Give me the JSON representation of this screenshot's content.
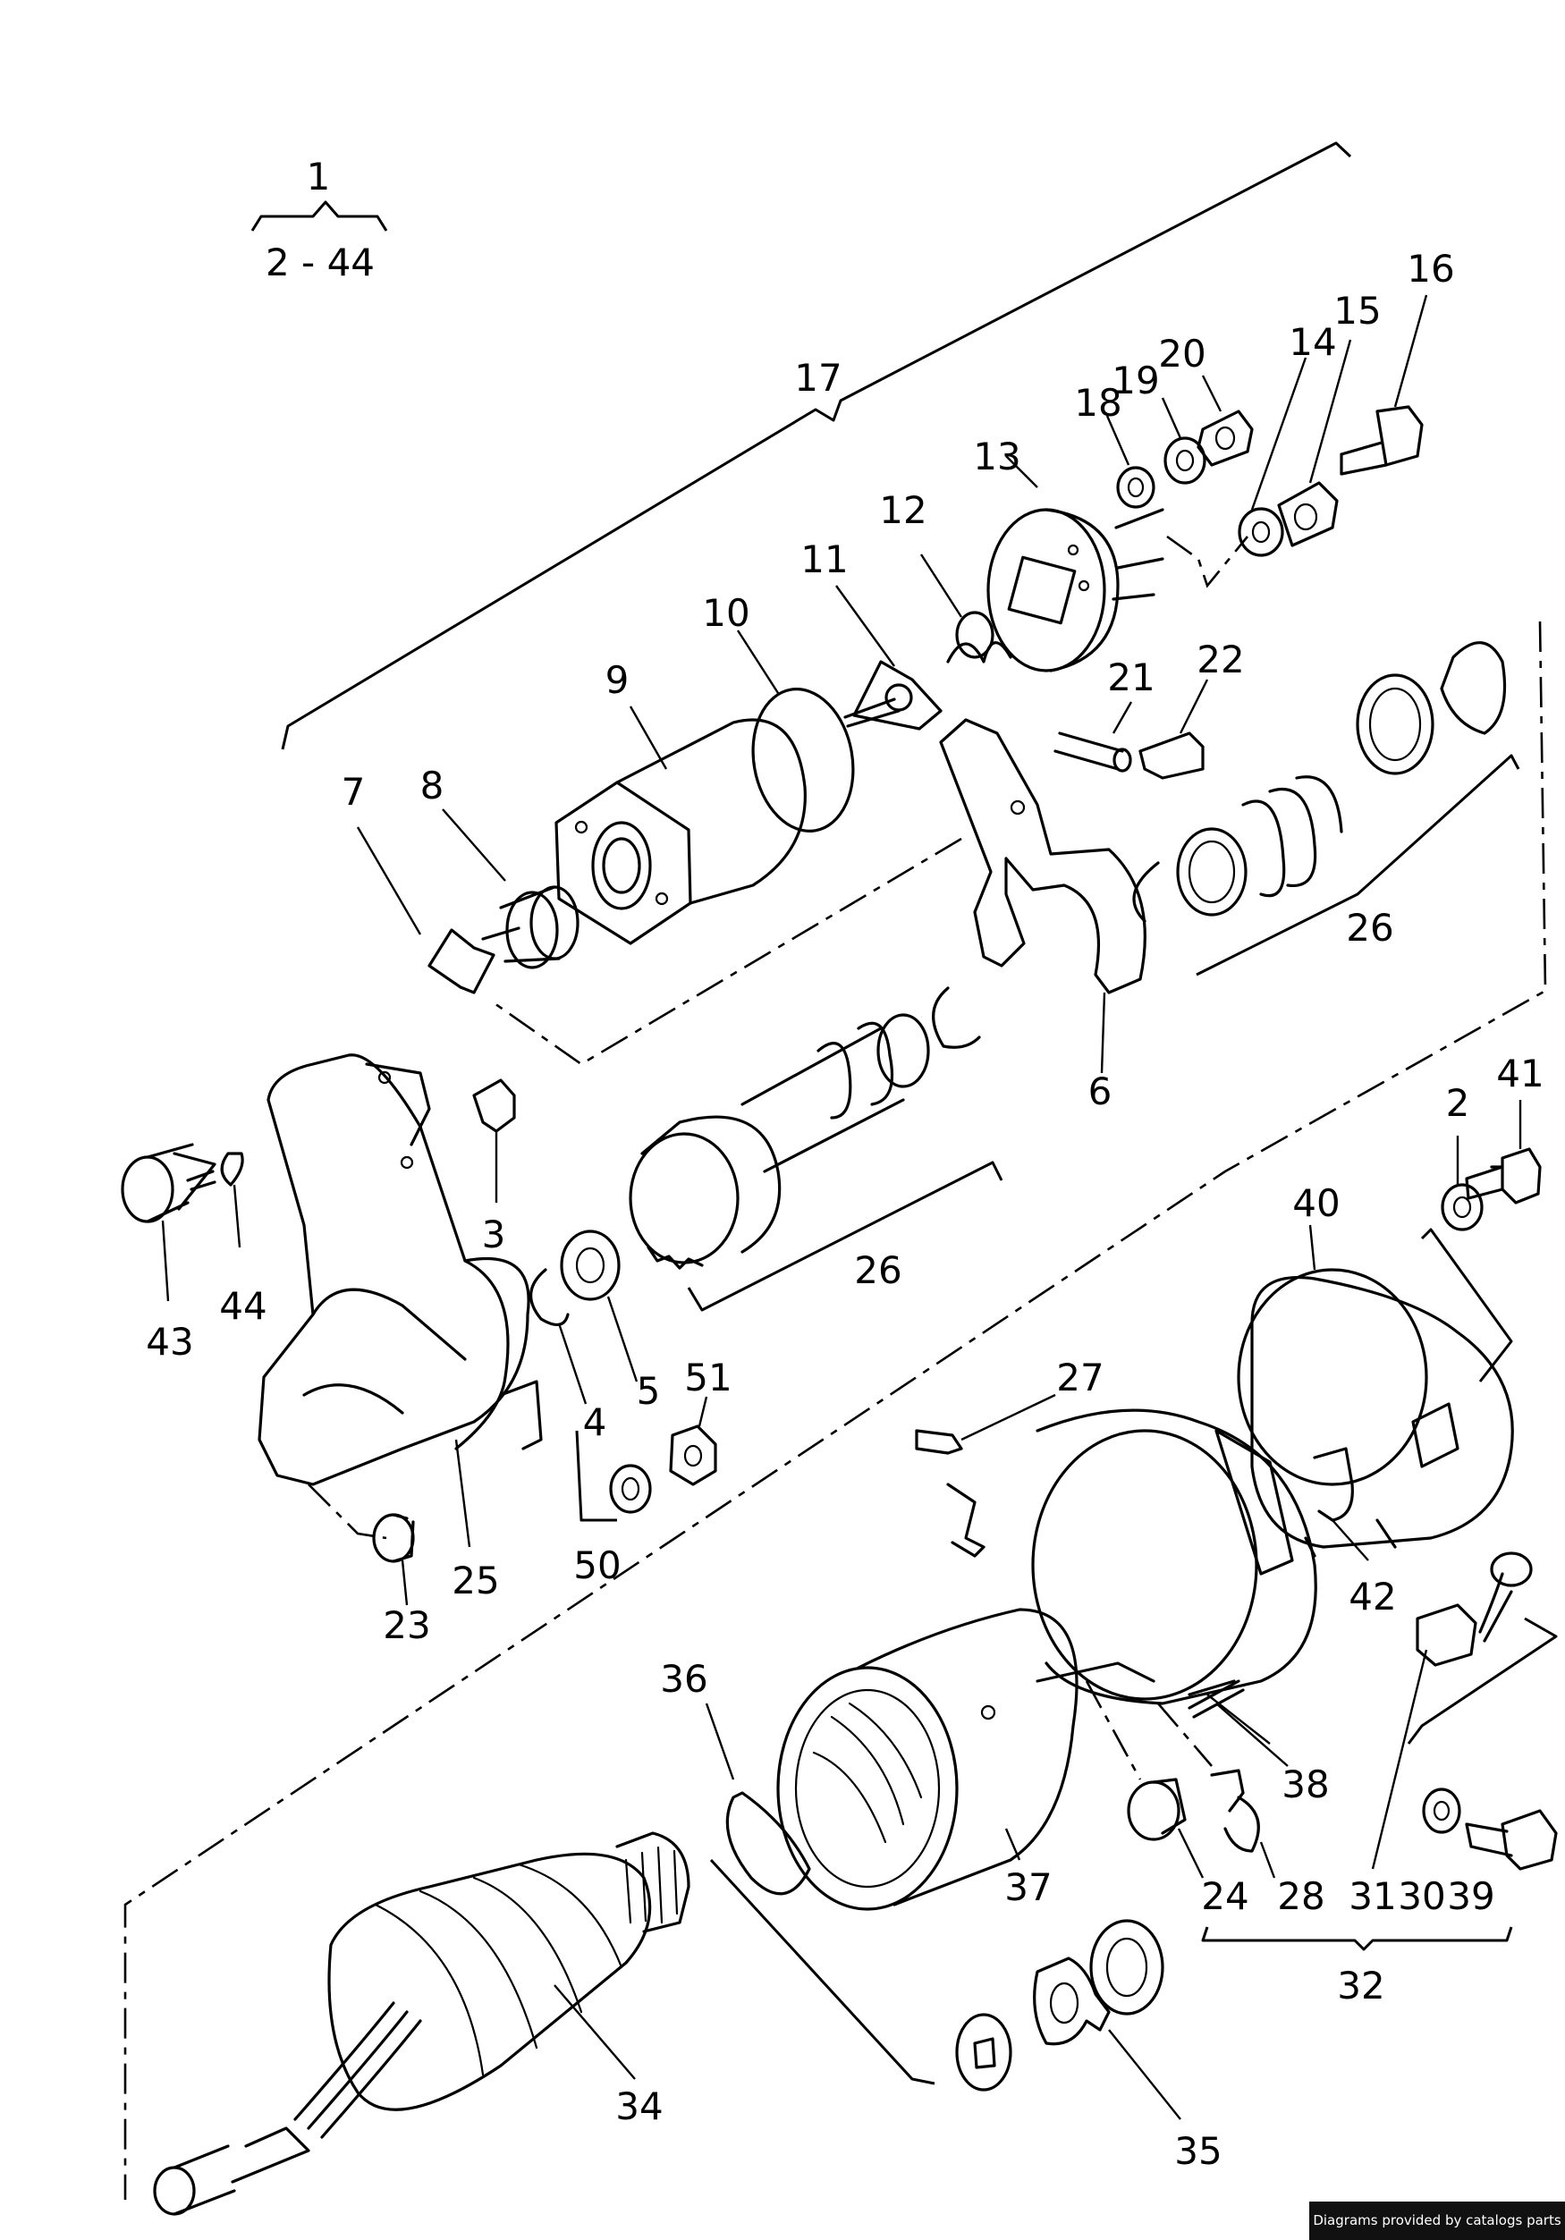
{
  "diagram": {
    "assembly_label": "1",
    "assembly_range": "2 - 44",
    "callouts": [
      "2",
      "3",
      "4",
      "5",
      "6",
      "7",
      "8",
      "9",
      "10",
      "11",
      "12",
      "13",
      "14",
      "15",
      "16",
      "17",
      "18",
      "19",
      "20",
      "21",
      "22",
      "23",
      "24",
      "25",
      "26",
      "26",
      "27",
      "28",
      "30",
      "31",
      "32",
      "34",
      "35",
      "36",
      "37",
      "38",
      "39",
      "40",
      "41",
      "42",
      "43",
      "44",
      "50",
      "51"
    ]
  },
  "footer": {
    "credit": "Diagrams provided by catalogs parts"
  }
}
